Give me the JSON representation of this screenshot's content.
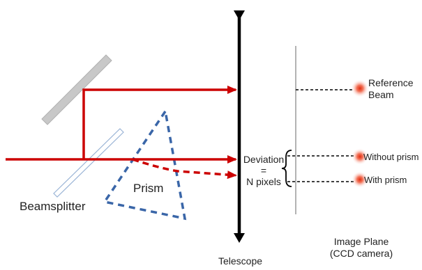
{
  "labels": {
    "beamsplitter": "Beamsplitter",
    "prism": "Prism",
    "telescope": "Telescope",
    "deviation_line1": "Deviation",
    "deviation_line2": "=",
    "deviation_line3": "N pixels",
    "reference_line1": "Reference",
    "reference_line2": "Beam",
    "without_prism": "Without prism",
    "with_prism": "With prism",
    "image_plane_line1": "Image Plane",
    "image_plane_line2": "(CCD camera)"
  },
  "colors": {
    "beam": "#cc0000",
    "prism_outline": "#3a66a8",
    "mirror_fill": "#c8c8c8",
    "beamsplitter_outline": "#9ab4d6",
    "telescope": "#000000",
    "image_plane": "#9a9a9a",
    "spot": "#e83010"
  }
}
